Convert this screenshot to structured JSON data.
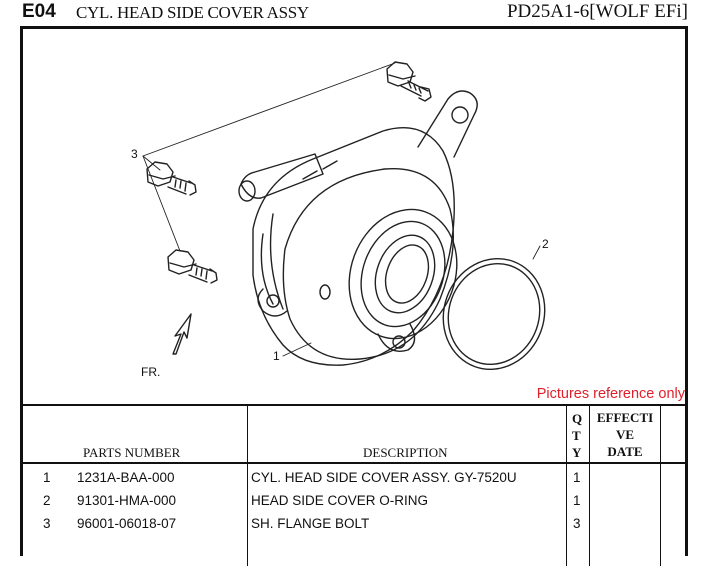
{
  "header": {
    "section_code": "E04",
    "title": "CYL. HEAD SIDE COVER ASSY",
    "model": "PD25A1-6[WOLF EFi]"
  },
  "drawing": {
    "callouts": [
      "1",
      "2",
      "3"
    ],
    "direction_label": "FR.",
    "note": "Pictures reference only",
    "note_color": "#e0202a"
  },
  "table": {
    "headers": {
      "parts_number": "PARTS NUMBER",
      "description": "DESCRIPTION",
      "qty_q": "Q",
      "qty_t": "T",
      "qty_y": "Y",
      "effective_1": "EFFECTI",
      "effective_2": "VE",
      "effective_3": "DATE"
    },
    "rows": [
      {
        "no": "1",
        "part": "1231A-BAA-000",
        "desc": "CYL. HEAD SIDE COVER ASSY. GY-7520U",
        "qty": "1"
      },
      {
        "no": "2",
        "part": "91301-HMA-000",
        "desc": "HEAD SIDE COVER O-RING",
        "qty": "1"
      },
      {
        "no": "3",
        "part": "96001-06018-07",
        "desc": "SH. FLANGE BOLT",
        "qty": "3"
      }
    ]
  }
}
